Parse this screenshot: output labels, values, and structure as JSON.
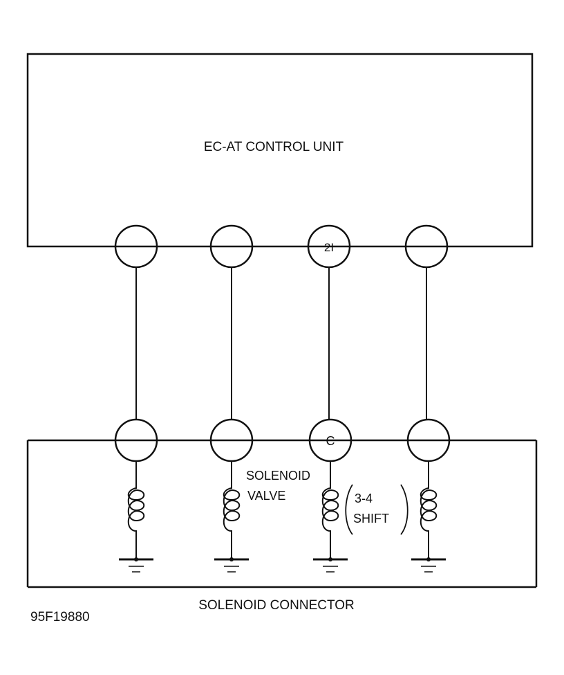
{
  "control_unit": {
    "label": "EC-AT CONTROL UNIT"
  },
  "control_pins": [
    {
      "label": ""
    },
    {
      "label": ""
    },
    {
      "label": "2I"
    },
    {
      "label": ""
    }
  ],
  "connector_pins": [
    {
      "label": ""
    },
    {
      "label": ""
    },
    {
      "label": "C"
    },
    {
      "label": ""
    }
  ],
  "solenoid_label": {
    "line1": "SOLENOID",
    "line2": "VALVE"
  },
  "shift_label": {
    "line1": "3-4",
    "line2": "SHIFT"
  },
  "connector": {
    "label": "SOLENOID CONNECTOR"
  },
  "figure_id": "95F19880",
  "colors": {
    "ink": "#111111",
    "background": "#ffffff"
  }
}
